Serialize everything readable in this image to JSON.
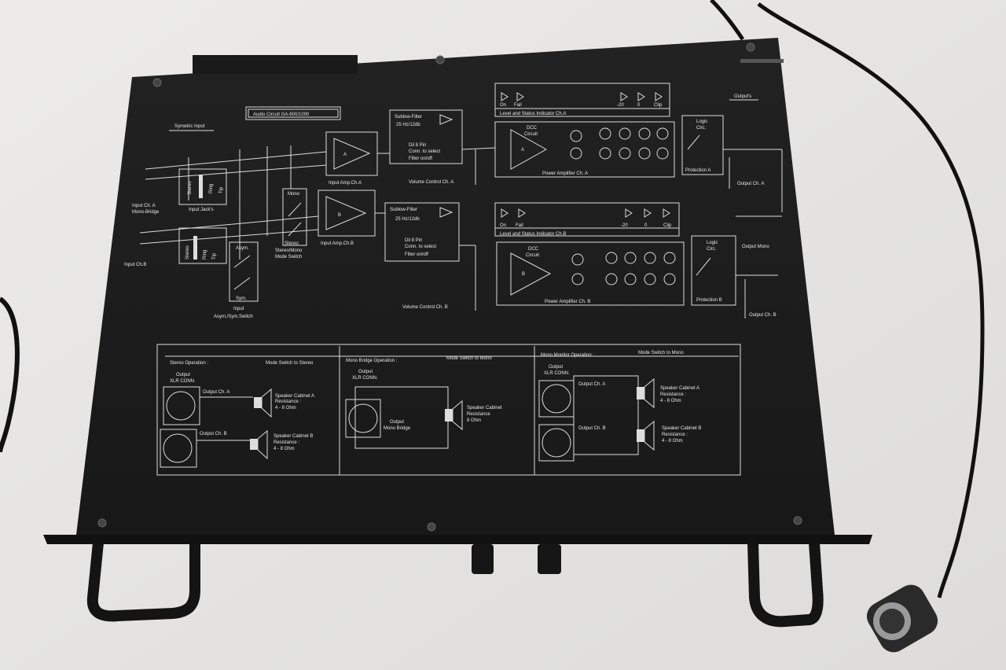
{
  "panel": {
    "model": "Audio Circuit GA-600/1000",
    "symetric_input": "Symetric   Input",
    "outputs": "Output's",
    "input_a": "Input Ch. A",
    "mono_bridge": "Mono-Bridge",
    "input_b": "Input Ch.B",
    "input_jacks": "Input Jack's",
    "stereo": "Stereo",
    "ring": "Ring",
    "tip": "Tip",
    "mono": "Mono",
    "stereo_mono_switch": "Stereo/Mono",
    "mode_switch": "Mode Switch",
    "asym": "Asym.",
    "sym": "Sym.",
    "input": "Input",
    "asym_sym_switch": "Asym./Sym.Switch",
    "amp_a": "A",
    "amp_b": "B",
    "input_amp_a": "Input Amp.Ch.A",
    "input_amp_b": "Input Amp.Ch.B",
    "sublow_filter": "Sublow-Filter",
    "filter_freq": "25 Hz/12db",
    "dil_pin": "Dil 8 Pin",
    "conn_select": "Conn. to select",
    "filter_onoff": "Filter on/off",
    "volume_a": "Volume Control Ch. A",
    "volume_b": "Volume Control Ch. B",
    "on": "On",
    "fail": "Fail",
    "db_minus20": "-20",
    "db_0": "0",
    "clip": "Clip",
    "level_a": "Level and Status Indicator Ch.A",
    "level_b": "Level and Status Indicator Ch.B",
    "dcc": "DCC",
    "circuit": "Circuit",
    "power_amp_a": "Power Amplifier Ch. A",
    "power_amp_b": "Power Amplifier Ch. B",
    "logic": "Logic",
    "circ": "Circ.",
    "protection_a": "Protection A",
    "protection_b": "Protection B",
    "output_a": "Output Ch. A",
    "output_mono": "Output Mono",
    "output_b": "Output Ch. B"
  },
  "operations": {
    "stereo": {
      "title": "Stereo Operation :",
      "switch": "Mode Switch to Stereo",
      "output": "Output",
      "xlr": "XLR CONN.",
      "out_a": "Output Ch. A",
      "out_b": "Output Ch. B",
      "spk_a": "Speaker Cabinet A",
      "spk_b": "Speaker Cabinet B",
      "resistance": "Resistance :",
      "ohm": "4 - 8 Ohm"
    },
    "bridge": {
      "title": "Mono Bridge Operation :",
      "switch": "Mode Switch to Mono",
      "output": "Output",
      "xlr": "XLR CONN.",
      "out": "Output",
      "mono_bridge": "Mono Bridge",
      "spk": "Speaker Cabinet",
      "resistance": "Resistance",
      "ohm": "8 Ohm"
    },
    "monitor": {
      "title": "Mono Monitor Operation :",
      "switch": "Mode Switch to Mono",
      "output": "Output",
      "xlr": "XLR CONN.",
      "out_a": "Output Ch. A",
      "out_b": "Output Ch. B",
      "spk_a": "Speaker Cabinet A",
      "spk_b": "Speaker Cabinet B",
      "resistance": "Resistance :",
      "ohm": "4 - 8 Ohm"
    }
  },
  "colors": {
    "background": "#e9e8e6",
    "panel": "#1c1c1c",
    "print": "#e0e0e0",
    "cable": "#111111"
  }
}
